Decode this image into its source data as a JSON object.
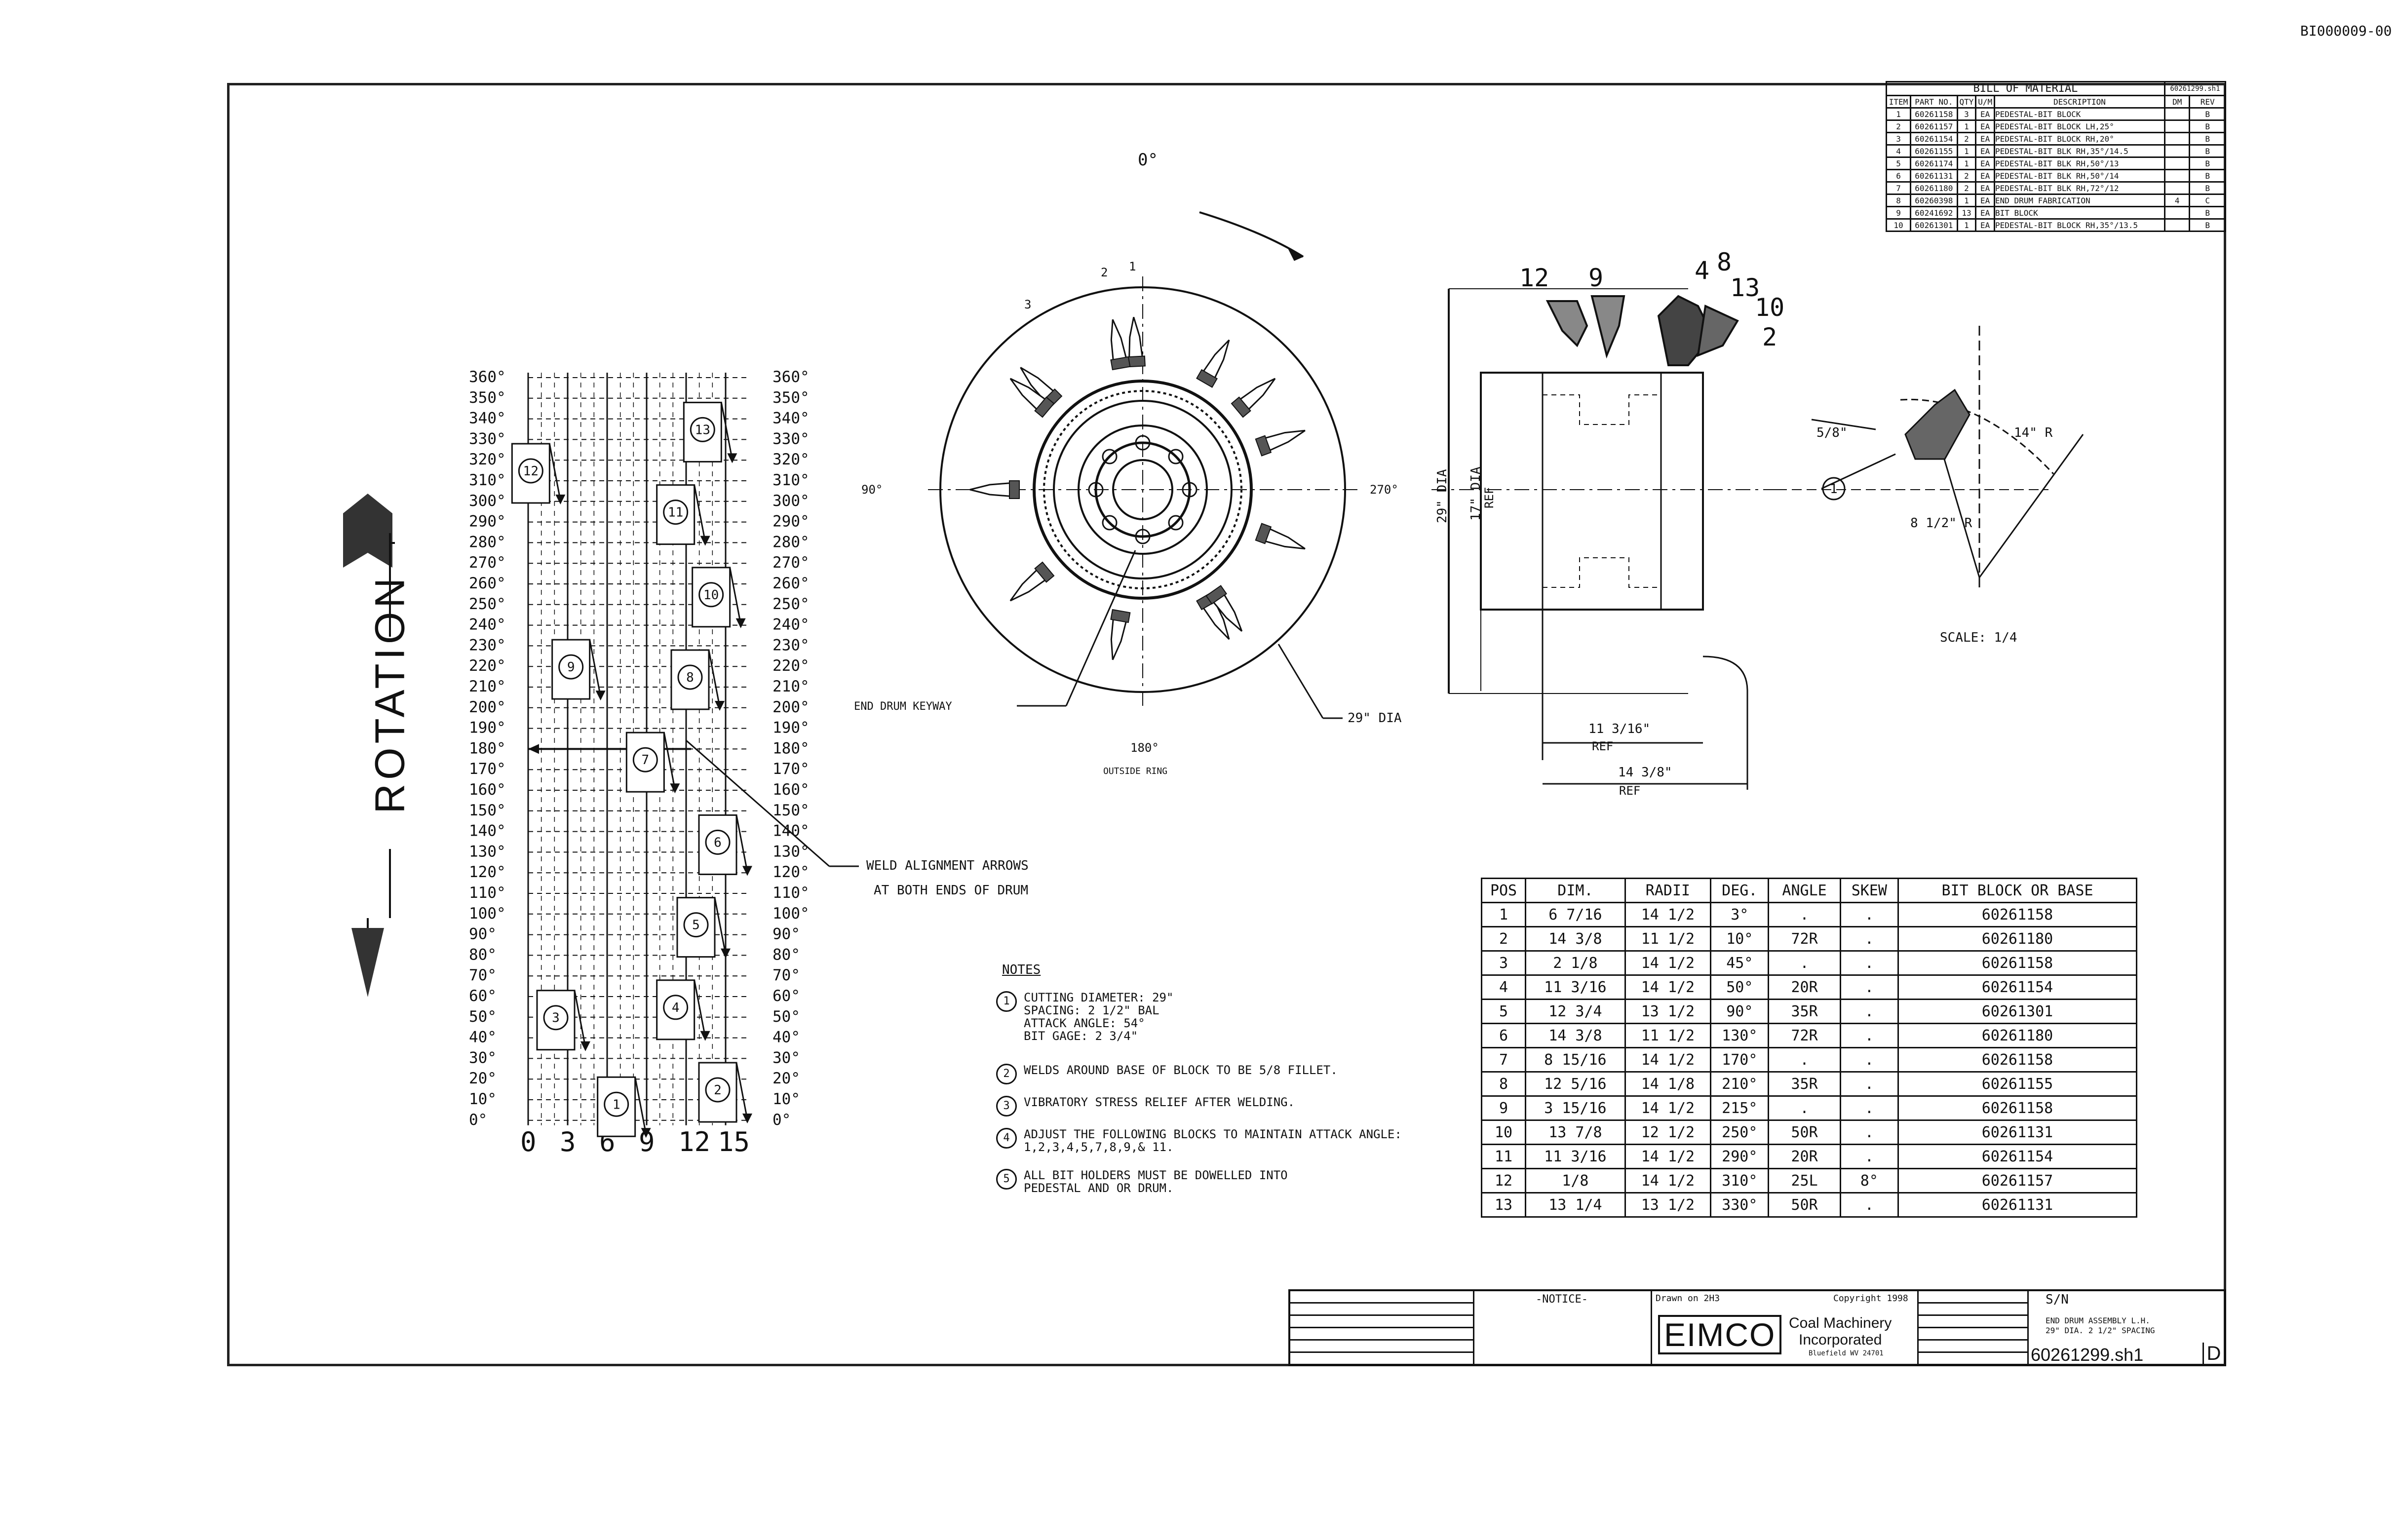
{
  "doc_id": "BI000009-00",
  "rotation_label": "ROTATION",
  "angle_labels": [
    "360°",
    "350°",
    "340°",
    "330°",
    "320°",
    "310°",
    "300°",
    "290°",
    "280°",
    "270°",
    "260°",
    "250°",
    "240°",
    "230°",
    "220°",
    "210°",
    "200°",
    "190°",
    "180°",
    "170°",
    "160°",
    "150°",
    "140°",
    "130°",
    "120°",
    "110°",
    "100°",
    "90°",
    "80°",
    "70°",
    "60°",
    "50°",
    "40°",
    "30°",
    "20°",
    "10°",
    "0°"
  ],
  "x_axis_labels": [
    "0",
    "3",
    "6",
    "9",
    "12",
    "15"
  ],
  "layout_markers": [
    {
      "num": "1",
      "deg": 3,
      "pos": 6.7
    },
    {
      "num": "2",
      "deg": 10,
      "pos": 14.4
    },
    {
      "num": "3",
      "deg": 45,
      "pos": 2.1
    },
    {
      "num": "4",
      "deg": 50,
      "pos": 11.2
    },
    {
      "num": "5",
      "deg": 90,
      "pos": 12.75
    },
    {
      "num": "6",
      "deg": 130,
      "pos": 14.4
    },
    {
      "num": "7",
      "deg": 170,
      "pos": 8.9
    },
    {
      "num": "8",
      "deg": 210,
      "pos": 12.3
    },
    {
      "num": "9",
      "deg": 215,
      "pos": 3.25
    },
    {
      "num": "10",
      "deg": 250,
      "pos": 13.9
    },
    {
      "num": "11",
      "deg": 290,
      "pos": 11.2
    },
    {
      "num": "12",
      "deg": 310,
      "pos": 0.2
    },
    {
      "num": "13",
      "deg": 330,
      "pos": 13.25
    }
  ],
  "weld_callout": [
    "WELD ALIGNMENT ARROWS",
    "AT BOTH ENDS OF DRUM"
  ],
  "drum_view": {
    "top_label": "0°",
    "left_label": "90°",
    "right_label": "270°",
    "bottom_label": "180°",
    "bottom_sub": "OUTSIDE RING",
    "keyway_label": "END DRUM KEYWAY",
    "dia_label": "29\" DIA",
    "bit_nums": [
      "1",
      "2",
      "3"
    ]
  },
  "side_view": {
    "callouts": [
      "12",
      "9",
      "4",
      "8",
      "13",
      "10",
      "2"
    ],
    "dia_29": "29\" DIA",
    "dia_17": "17\" DIA",
    "ref_left": "REF",
    "dim1": "11 3/16\"",
    "dim1_ref": "REF",
    "dim2": "14 3/8\"",
    "dim2_ref": "REF"
  },
  "detail_view": {
    "label_58": "5/8\"",
    "label_14r": "14\" R",
    "label_8r": "8 1/2\" R",
    "circle": "1",
    "scale": "SCALE: 1/4"
  },
  "notes": {
    "title": "NOTES",
    "items": [
      {
        "num": "1",
        "lines": [
          "CUTTING DIAMETER: 29\"",
          "SPACING: 2 1/2\" BAL",
          "ATTACK ANGLE: 54°",
          "BIT GAGE: 2 3/4\""
        ]
      },
      {
        "num": "2",
        "lines": [
          "WELDS AROUND BASE OF BLOCK TO BE 5/8 FILLET."
        ]
      },
      {
        "num": "3",
        "lines": [
          "VIBRATORY STRESS RELIEF AFTER WELDING."
        ]
      },
      {
        "num": "4",
        "lines": [
          "ADJUST THE FOLLOWING BLOCKS TO MAINTAIN ATTACK ANGLE:",
          "1,2,3,4,5,7,8,9,& 11."
        ]
      },
      {
        "num": "5",
        "lines": [
          "ALL BIT HOLDERS MUST BE DOWELLED INTO",
          "PEDESTAL AND OR DRUM."
        ]
      }
    ]
  },
  "pos_table": {
    "headers": [
      "POS",
      "DIM.",
      "RADII",
      "DEG.",
      "ANGLE",
      "SKEW",
      "BIT BLOCK OR BASE"
    ],
    "rows": [
      [
        "1",
        "6 7/16",
        "14 1/2",
        "3°",
        ".",
        ".",
        "60261158"
      ],
      [
        "2",
        "14 3/8",
        "11 1/2",
        "10°",
        "72R",
        ".",
        "60261180"
      ],
      [
        "3",
        "2 1/8",
        "14 1/2",
        "45°",
        ".",
        ".",
        "60261158"
      ],
      [
        "4",
        "11 3/16",
        "14 1/2",
        "50°",
        "20R",
        ".",
        "60261154"
      ],
      [
        "5",
        "12 3/4",
        "13 1/2",
        "90°",
        "35R",
        ".",
        "60261301"
      ],
      [
        "6",
        "14 3/8",
        "11 1/2",
        "130°",
        "72R",
        ".",
        "60261180"
      ],
      [
        "7",
        "8 15/16",
        "14 1/2",
        "170°",
        ".",
        ".",
        "60261158"
      ],
      [
        "8",
        "12 5/16",
        "14 1/8",
        "210°",
        "35R",
        ".",
        "60261155"
      ],
      [
        "9",
        "3 15/16",
        "14 1/2",
        "215°",
        ".",
        ".",
        "60261158"
      ],
      [
        "10",
        "13 7/8",
        "12 1/2",
        "250°",
        "50R",
        ".",
        "60261131"
      ],
      [
        "11",
        "11 3/16",
        "14 1/2",
        "290°",
        "20R",
        ".",
        "60261154"
      ],
      [
        "12",
        "1/8",
        "14 1/2",
        "310°",
        "25L",
        "8°",
        "60261157"
      ],
      [
        "13",
        "13 1/4",
        "13 1/2",
        "330°",
        "50R",
        ".",
        "60261131"
      ]
    ]
  },
  "bom": {
    "title": "BILL OF MATERIAL",
    "dwg": "60261299.sh1",
    "headers": [
      "ITEM",
      "PART NO.",
      "QTY",
      "U/M",
      "DESCRIPTION",
      "DM",
      "REV"
    ],
    "rows": [
      [
        "1",
        "60261158",
        "3",
        "EA",
        "PEDESTAL-BIT BLOCK",
        "",
        "B"
      ],
      [
        "2",
        "60261157",
        "1",
        "EA",
        "PEDESTAL-BIT BLOCK LH,25°",
        "",
        "B"
      ],
      [
        "3",
        "60261154",
        "2",
        "EA",
        "PEDESTAL-BIT BLOCK RH,20°",
        "",
        "B"
      ],
      [
        "4",
        "60261155",
        "1",
        "EA",
        "PEDESTAL-BIT BLK RH,35°/14.5",
        "",
        "B"
      ],
      [
        "5",
        "60261174",
        "1",
        "EA",
        "PEDESTAL-BIT BLK RH,50°/13",
        "",
        "B"
      ],
      [
        "6",
        "60261131",
        "2",
        "EA",
        "PEDESTAL-BIT BLK RH,50°/14",
        "",
        "B"
      ],
      [
        "7",
        "60261180",
        "2",
        "EA",
        "PEDESTAL-BIT BLK RH,72°/12",
        "",
        "B"
      ],
      [
        "8",
        "60260398",
        "1",
        "EA",
        "END DRUM FABRICATION",
        "4",
        "C"
      ],
      [
        "9",
        "60241692",
        "13",
        "EA",
        "BIT BLOCK",
        "",
        "B"
      ],
      [
        "10",
        "60261301",
        "1",
        "EA",
        "PEDESTAL-BIT BLOCK RH,35°/13.5",
        "",
        "B"
      ]
    ]
  },
  "title_block": {
    "notice": "-NOTICE-",
    "drawn": "Drawn on 2H3",
    "copyright": "Copyright 1998",
    "company_logo": "EIMCO",
    "company_line1": "Coal Machinery",
    "company_line2": "Incorporated",
    "company_line3": "Bluefield WV 24701",
    "sn_label": "S/N",
    "title_text": "END DRUM ASSEMBLY L.H.",
    "title_sub": "29\" DIA. 2 1/2\" SPACING",
    "dwg_no": "60261299.sh1",
    "rev": "D"
  }
}
